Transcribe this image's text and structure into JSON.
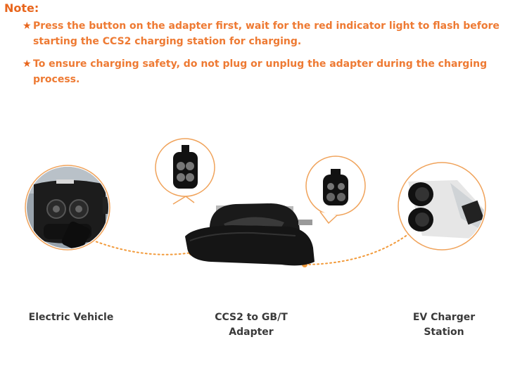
{
  "note": {
    "title": "Note:",
    "items": [
      {
        "marker": "★",
        "line1": "Press the button on the adapter first, wait for the red indicator light to flash before",
        "line2": "starting the CCS2 charging station for charging."
      },
      {
        "marker": "★",
        "line1": "To ensure charging safety, do not plug or unplug the adapter during the charging",
        "line2": "process."
      }
    ]
  },
  "labels": {
    "vehicle": "Electric Vehicle",
    "adapter_line1": "CCS2 to GB/T",
    "adapter_line2": "Adapter",
    "station_line1": "EV Charger",
    "station_line2": "Station"
  },
  "colors": {
    "accent": "#e8661d",
    "note_text": "#ee7a33",
    "label_text": "#3a3a3a",
    "dotted_line": "#f29a3a",
    "circle_border": "#f0a35b"
  }
}
